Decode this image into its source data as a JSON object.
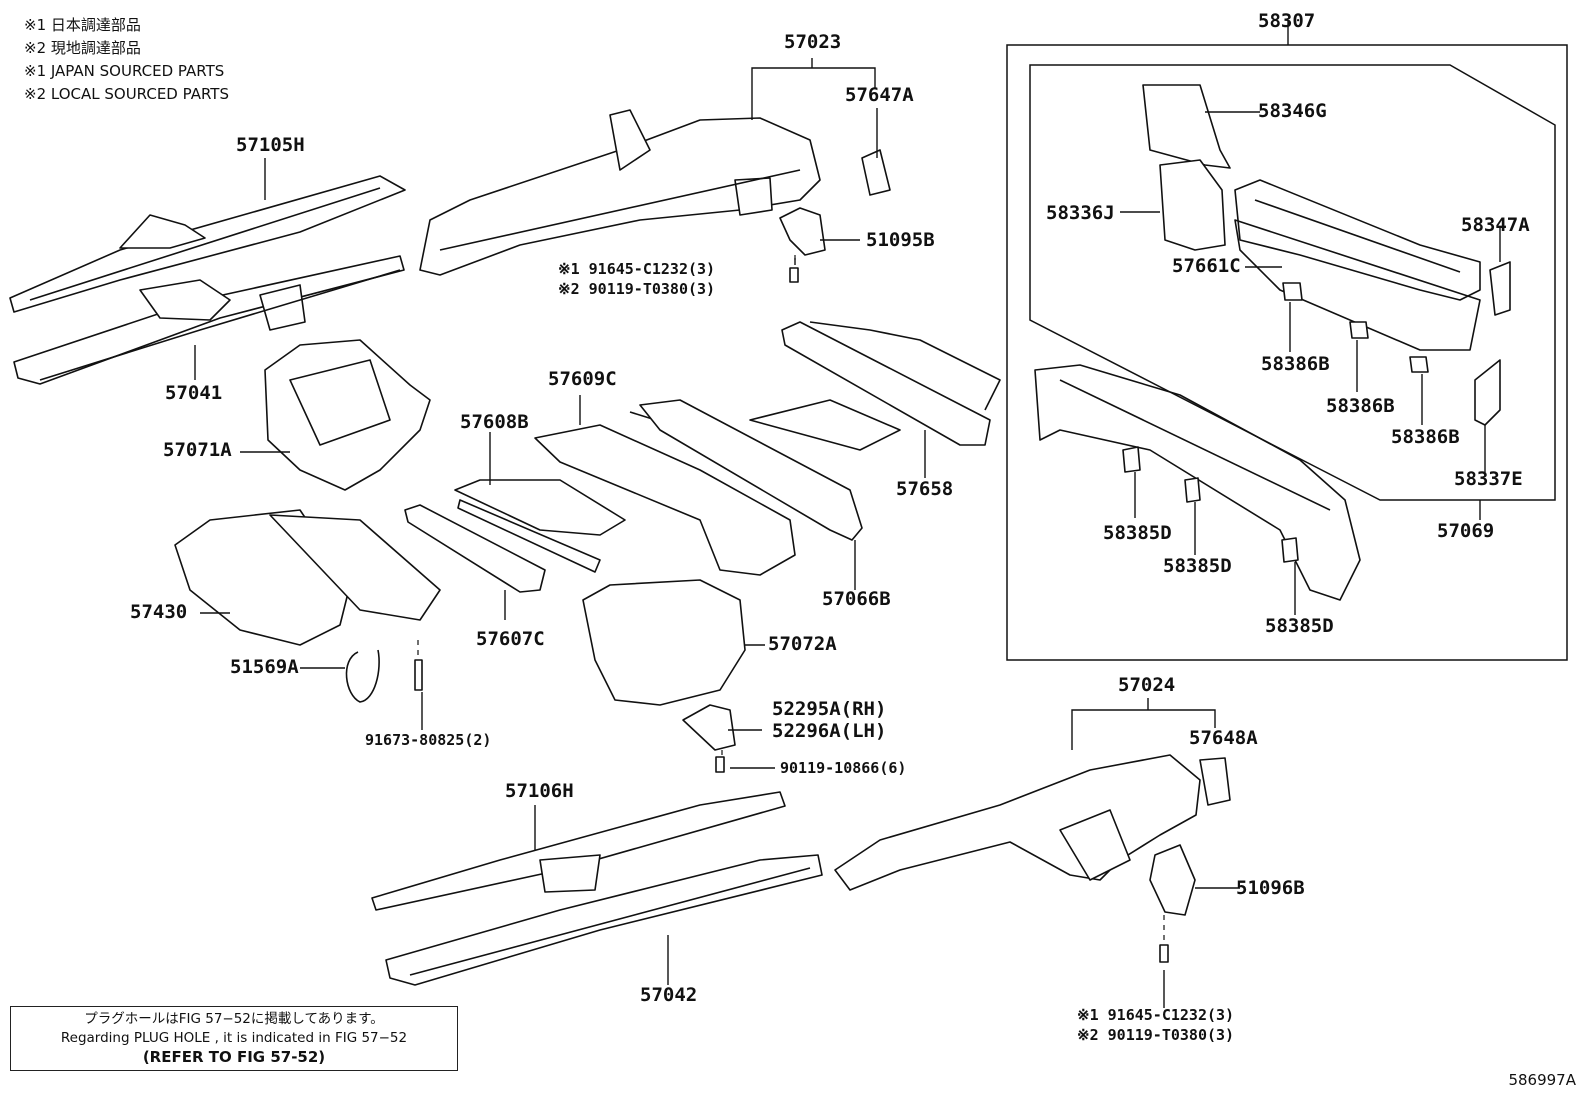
{
  "legend": [
    "※1  日本調達部品",
    "※2  現地調達部品",
    "※1  JAPAN SOURCED PARTS",
    "※2  LOCAL SOURCED PARTS"
  ],
  "parts": {
    "p57023": "57023",
    "p57647A": "57647A",
    "p51095B": "51095B",
    "fast_top_1": "※1 91645-C1232(3)",
    "fast_top_2": "※2 90119-T0380(3)",
    "p57105H": "57105H",
    "p57041": "57041",
    "p57071A": "57071A",
    "p57609C": "57609C",
    "p57608B": "57608B",
    "p57658": "57658",
    "p57066B": "57066B",
    "p57607C": "57607C",
    "p57430": "57430",
    "p51569A": "51569A",
    "p91673": "91673-80825(2)",
    "p57072A": "57072A",
    "p52295A": "52295A(RH)",
    "p52296A": "52296A(LH)",
    "p90119_10866": "90119-10866(6)",
    "p57106H": "57106H",
    "p57042": "57042",
    "p57024": "57024",
    "p57648A": "57648A",
    "p51096B": "51096B",
    "fast_bot_1": "※1 91645-C1232(3)",
    "fast_bot_2": "※2 90119-T0380(3)",
    "p58307": "58307",
    "p58346G": "58346G",
    "p58336J": "58336J",
    "p57661C": "57661C",
    "p58347A": "58347A",
    "p58386B_1": "58386B",
    "p58386B_2": "58386B",
    "p58386B_3": "58386B",
    "p58337E": "58337E",
    "p57069": "57069",
    "p58385D_1": "58385D",
    "p58385D_2": "58385D",
    "p58385D_3": "58385D"
  },
  "note": {
    "jp": "プラグホールはFIG 57−52に掲載してあります。",
    "en": "Regarding  PLUG  HOLE , it is indicated in  FIG  57−52",
    "ref": "(REFER TO FIG 57-52)"
  },
  "figure_code": "586997A"
}
